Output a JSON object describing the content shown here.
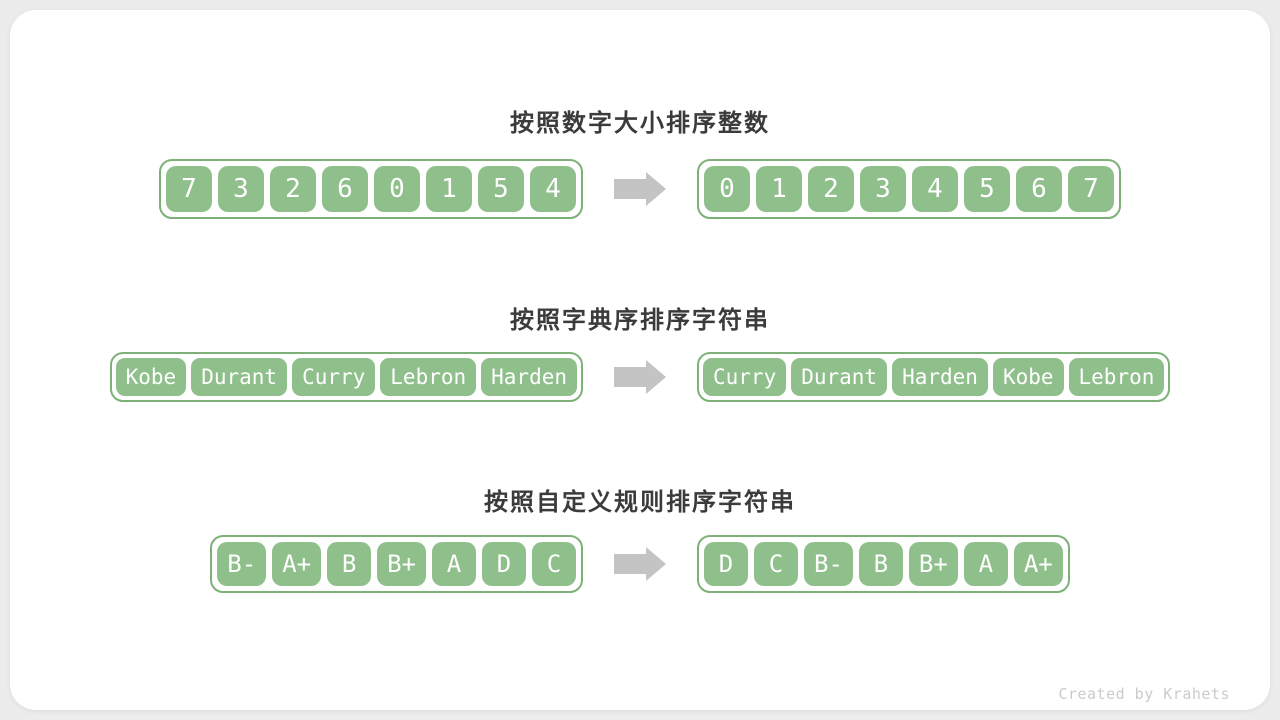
{
  "colors": {
    "page_background": "#ececec",
    "card_background": "#ffffff",
    "cell_green": "#8fbf8b",
    "container_border_green": "#7db178",
    "arrow_gray": "#c4c4c4",
    "title_color": "#3b3b3b",
    "cell_text_color": "#ffffff",
    "footer_color": "#cbcbcb"
  },
  "rows": [
    {
      "title": "按照数字大小排序整数",
      "before": [
        "7",
        "3",
        "2",
        "6",
        "0",
        "1",
        "5",
        "4"
      ],
      "after": [
        "0",
        "1",
        "2",
        "3",
        "4",
        "5",
        "6",
        "7"
      ]
    },
    {
      "title": "按照字典序排序字符串",
      "before": [
        "Kobe",
        "Durant",
        "Curry",
        "Lebron",
        "Harden"
      ],
      "after": [
        "Curry",
        "Durant",
        "Harden",
        "Kobe",
        "Lebron"
      ]
    },
    {
      "title": "按照自定义规则排序字符串",
      "before": [
        "B-",
        "A+",
        "B",
        "B+",
        "A",
        "D",
        "C"
      ],
      "after": [
        "D",
        "C",
        "B-",
        "B",
        "B+",
        "A",
        "A+"
      ]
    }
  ],
  "footer": {
    "credit": "Created by Krahets"
  }
}
